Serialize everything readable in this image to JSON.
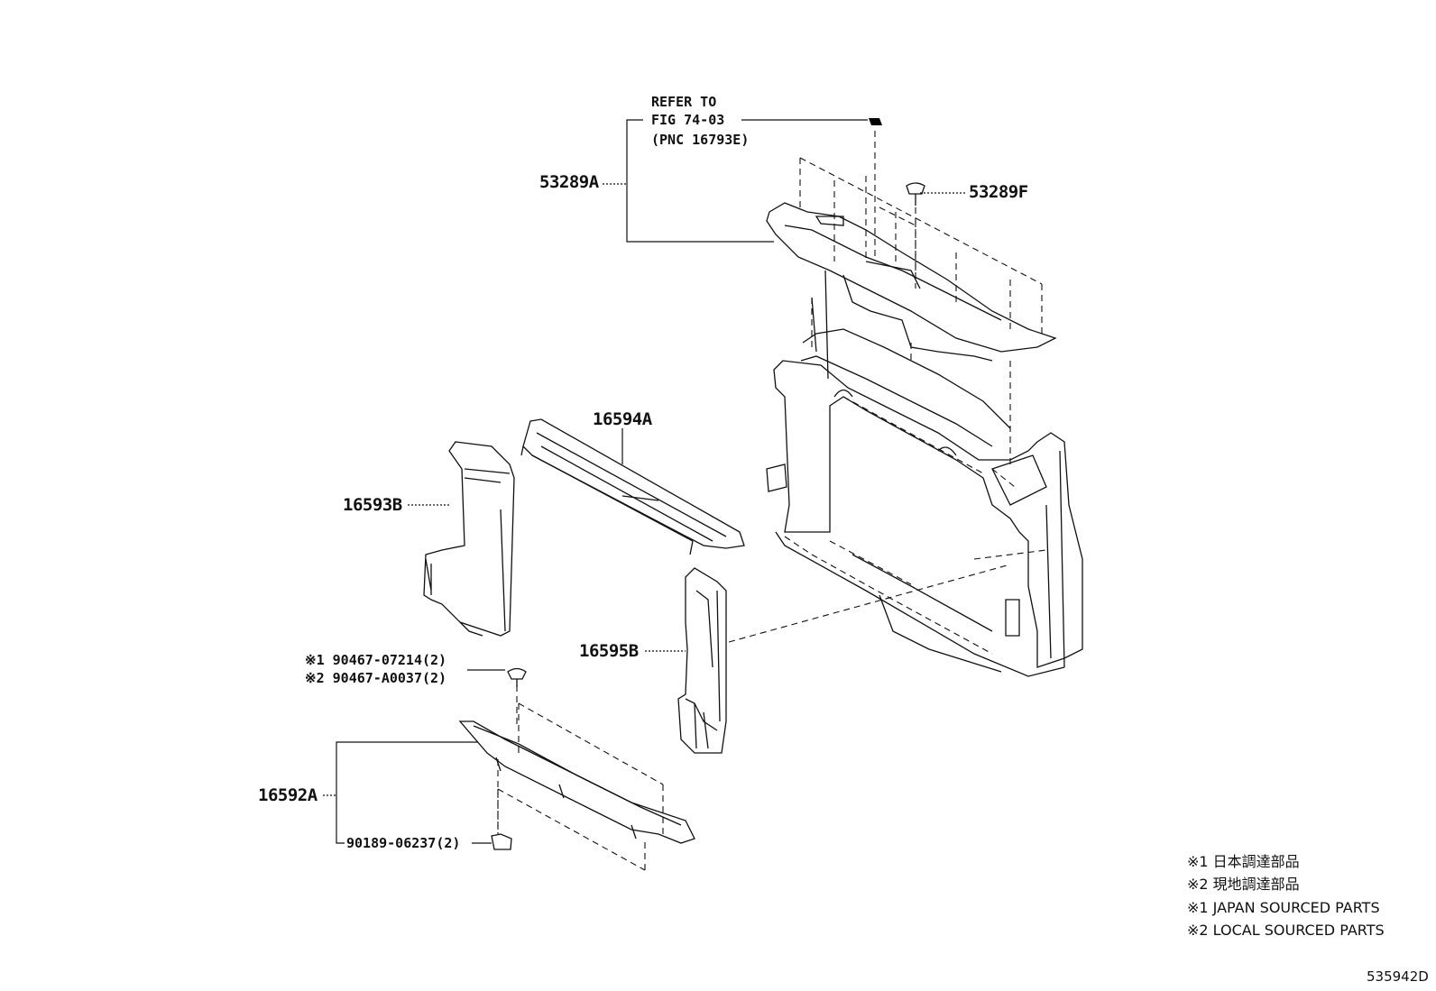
{
  "callouts": {
    "refer_line1": "REFER TO",
    "refer_line2": "FIG 74-03",
    "refer_line3": "(PNC 16793E)",
    "p53289A": "53289A",
    "p53289F": "53289F",
    "p16594A": "16594A",
    "p16593B": "16593B",
    "p16595B": "16595B",
    "p16592A": "16592A",
    "clip_note1": "※1 90467-07214(2)",
    "clip_note2": "※2 90467-A0037(2)",
    "p90189": "90189-06237(2)"
  },
  "legend": {
    "l1": "※1  日本調達部品",
    "l2": "※2  現地調達部品",
    "l3": "※1  JAPAN SOURCED PARTS",
    "l4": "※2  LOCAL SOURCED PARTS"
  },
  "figure_code": "535942D"
}
